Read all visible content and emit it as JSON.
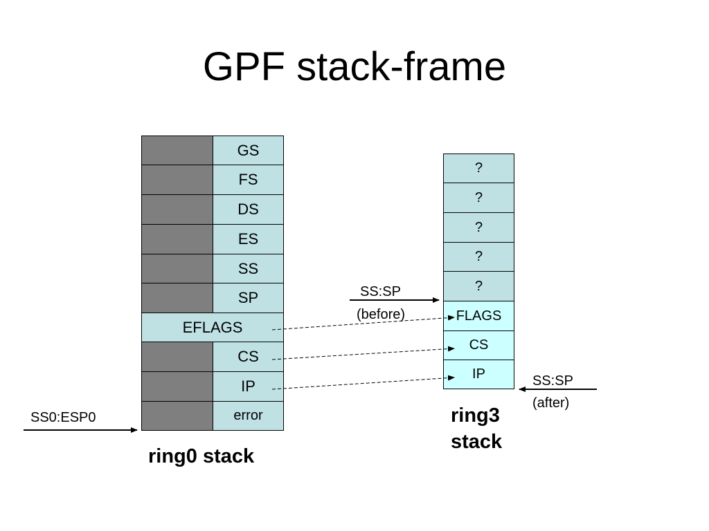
{
  "title": "GPF stack-frame",
  "ring0": {
    "slots": [
      "GS",
      "FS",
      "DS",
      "ES",
      "SS",
      "SP"
    ],
    "eflags": "EFLAGS",
    "slots_low": [
      "CS",
      "IP",
      "error"
    ],
    "caption": "ring0 stack",
    "pointer_label": "SS0:ESP0"
  },
  "ring3": {
    "unknown": [
      "?",
      "?",
      "?",
      "?",
      "?"
    ],
    "flags": "FLAGS",
    "cs": "CS",
    "ip": "IP",
    "caption_line1": "ring3",
    "caption_line2": "stack",
    "before_line1": "SS:SP",
    "before_line2": "(before)",
    "after_line1": "SS:SP",
    "after_line2": "(after)"
  }
}
